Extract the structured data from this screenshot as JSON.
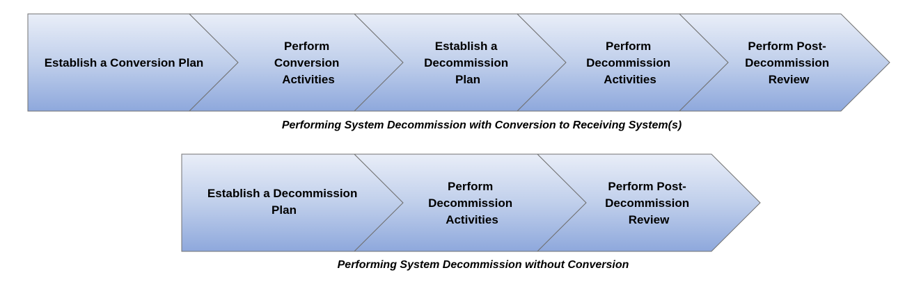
{
  "colors": {
    "fill_light": "#e9eef8",
    "fill_mid": "#c0cfeb",
    "fill_dark": "#8ea8dc",
    "outline": "#707070",
    "text": "#000000"
  },
  "rows": [
    {
      "caption": "Performing System Decommission with Conversion to Receiving System(s)",
      "steps": [
        {
          "lines": [
            "Establish a Conversion Plan"
          ]
        },
        {
          "lines": [
            "Perform",
            "Conversion",
            "Activities"
          ]
        },
        {
          "lines": [
            "Establish a",
            "Decommission",
            "Plan"
          ]
        },
        {
          "lines": [
            "Perform",
            "Decommission",
            "Activities"
          ]
        },
        {
          "lines": [
            "Perform Post-",
            "Decommission",
            "Review"
          ]
        }
      ]
    },
    {
      "caption": "Performing System Decommission without Conversion",
      "steps": [
        {
          "lines": [
            "Establish a Decommission",
            "Plan"
          ]
        },
        {
          "lines": [
            "Perform",
            "Decommission",
            "Activities"
          ]
        },
        {
          "lines": [
            "Perform Post-",
            "Decommission",
            "Review"
          ]
        }
      ]
    }
  ]
}
